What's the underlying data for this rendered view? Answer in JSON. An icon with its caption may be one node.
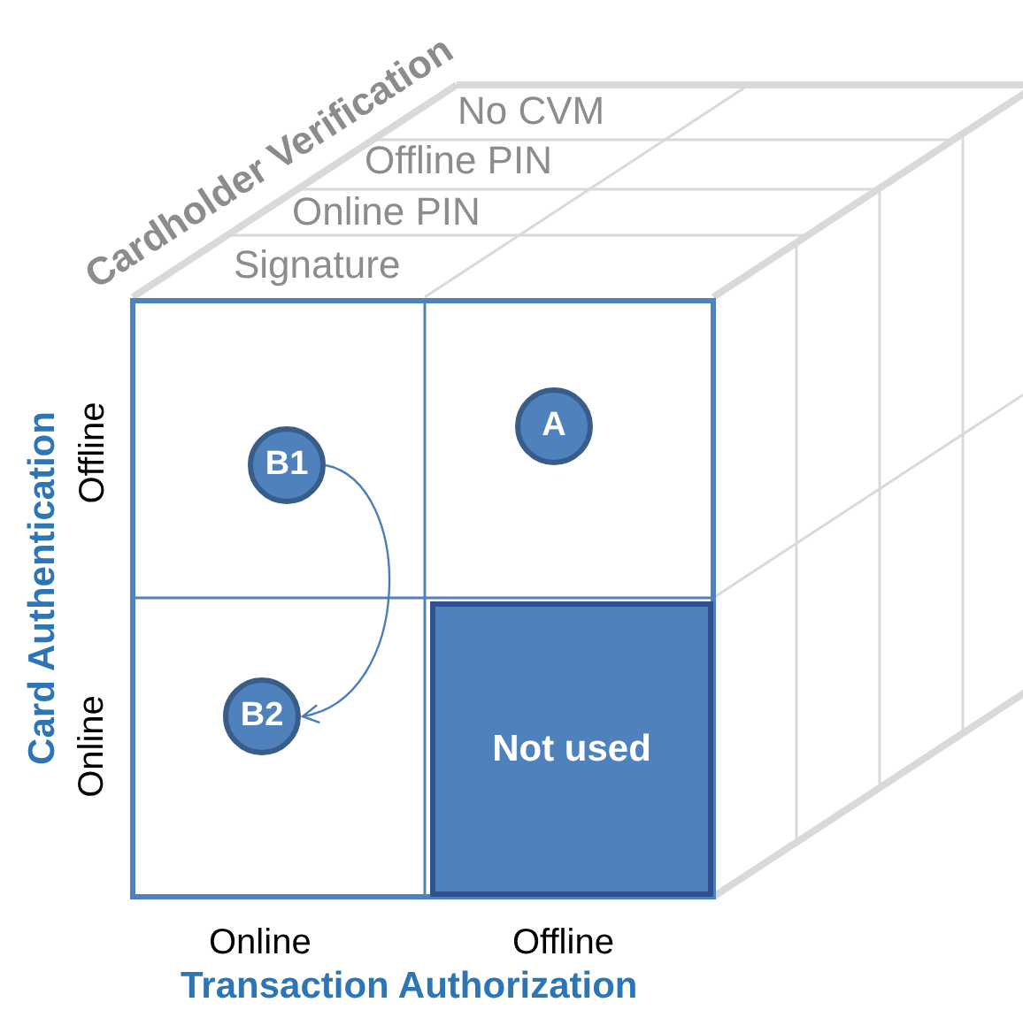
{
  "diagram": {
    "nodes": [
      {
        "text": [
          "B1"
        ]
      },
      {
        "text": [
          "A"
        ]
      },
      {
        "text": [
          "B2"
        ]
      },
      {
        "text": [
          "Not used"
        ]
      }
    ],
    "edges": [
      {
        "from": 0,
        "to": 2,
        "arrow": "to"
      }
    ],
    "labels": [
      "Cardholder Verification",
      "No CVM",
      "Offline PIN",
      "Online PIN",
      "Signature",
      "Card Authentication",
      "Offline",
      "Online",
      "Online",
      "Offline",
      "Transaction Authorization"
    ]
  }
}
